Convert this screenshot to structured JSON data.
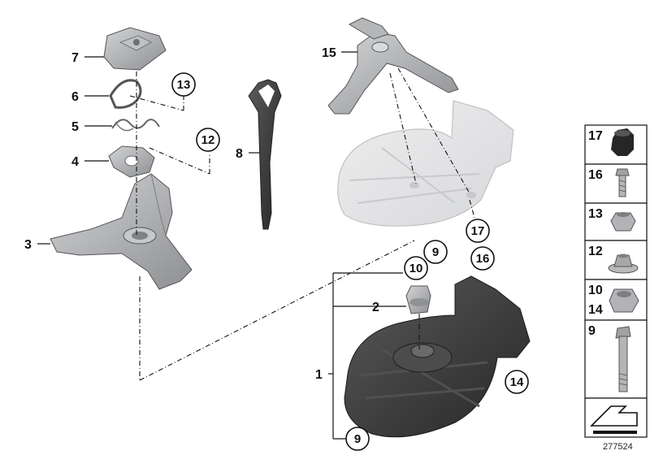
{
  "diagram": {
    "reference_number": "277524",
    "labels": {
      "l1": "1",
      "l2": "2",
      "l3": "3",
      "l4": "4",
      "l5": "5",
      "l6": "6",
      "l7": "7",
      "l8": "8",
      "l15": "15"
    },
    "circled_labels": {
      "c13": "13",
      "c12": "12",
      "c9a": "9",
      "c10": "10",
      "c17": "17",
      "c16": "16",
      "c14": "14",
      "c9b": "9"
    },
    "sidebar": [
      {
        "num": "17",
        "icon": "rubber-buffer-icon"
      },
      {
        "num": "16",
        "icon": "screw-icon"
      },
      {
        "num": "13",
        "icon": "collar-nut-icon"
      },
      {
        "num": "12",
        "icon": "flange-nut-icon"
      },
      {
        "num": "10",
        "num2": "14",
        "icon": "hex-nut-icon"
      },
      {
        "num": "9",
        "icon": "hex-bolt-icon"
      }
    ],
    "colors": {
      "part_gray": "#a9abad",
      "part_dark": "#3a3a3a",
      "part_ghost": "#e4e5e6",
      "line": "#111111"
    }
  }
}
